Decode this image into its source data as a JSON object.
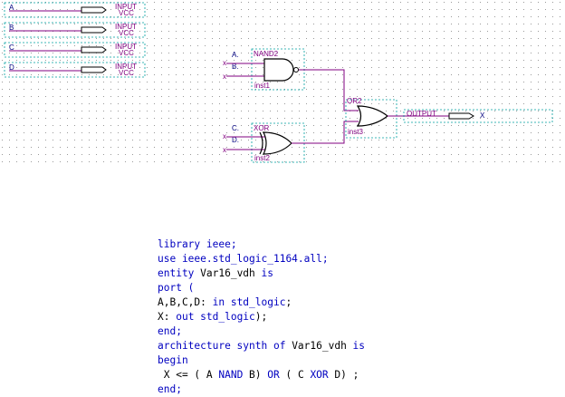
{
  "schematic": {
    "inputs": [
      {
        "name": "A",
        "type": "INPUT",
        "supply": "VCC"
      },
      {
        "name": "B",
        "type": "INPUT",
        "supply": "VCC"
      },
      {
        "name": "C",
        "type": "INPUT",
        "supply": "VCC"
      },
      {
        "name": "D",
        "type": "INPUT",
        "supply": "VCC"
      }
    ],
    "gates": {
      "nand": {
        "type": "NAND2",
        "instance": "inst1",
        "pin_a": "A.",
        "pin_b": "B."
      },
      "xor": {
        "type": "XOR",
        "instance": "inst2",
        "pin_a": "C.",
        "pin_b": "D."
      },
      "or": {
        "type": "OR2",
        "instance": "inst3"
      }
    },
    "output": {
      "type": "OUTPUT",
      "name": "X"
    },
    "colors": {
      "wire": "#800080",
      "symbol_frame": "#00a0a0",
      "pin_text": "#000080",
      "grid": "#808080"
    }
  },
  "code": {
    "lines": [
      [
        {
          "t": "library ieee;",
          "k": true
        }
      ],
      [
        {
          "t": "use ieee.std_logic_1164.all;",
          "k": true
        }
      ],
      [
        {
          "t": "entity ",
          "k": true
        },
        {
          "t": "Var16_vdh",
          "k": false
        },
        {
          "t": " is",
          "k": true
        }
      ],
      [
        {
          "t": "port (",
          "k": true
        }
      ],
      [
        {
          "t": "A,B,C,D: ",
          "k": false
        },
        {
          "t": "in std_logic",
          "k": true
        },
        {
          "t": ";",
          "k": false
        }
      ],
      [
        {
          "t": "X: ",
          "k": false
        },
        {
          "t": "out std_logic",
          "k": true
        },
        {
          "t": ");",
          "k": false
        }
      ],
      [
        {
          "t": "end;",
          "k": true
        }
      ],
      [
        {
          "t": "architecture synth of ",
          "k": true
        },
        {
          "t": "Var16_vdh",
          "k": false
        },
        {
          "t": " is",
          "k": true
        }
      ],
      [
        {
          "t": "begin",
          "k": true
        }
      ],
      [
        {
          "t": " X <= ( A ",
          "k": false
        },
        {
          "t": "NAND",
          "k": true
        },
        {
          "t": " B) ",
          "k": false
        },
        {
          "t": "OR",
          "k": true
        },
        {
          "t": " ( C ",
          "k": false
        },
        {
          "t": "XOR",
          "k": true
        },
        {
          "t": " D) ;",
          "k": false
        }
      ],
      [
        {
          "t": "end;",
          "k": true
        }
      ]
    ]
  }
}
